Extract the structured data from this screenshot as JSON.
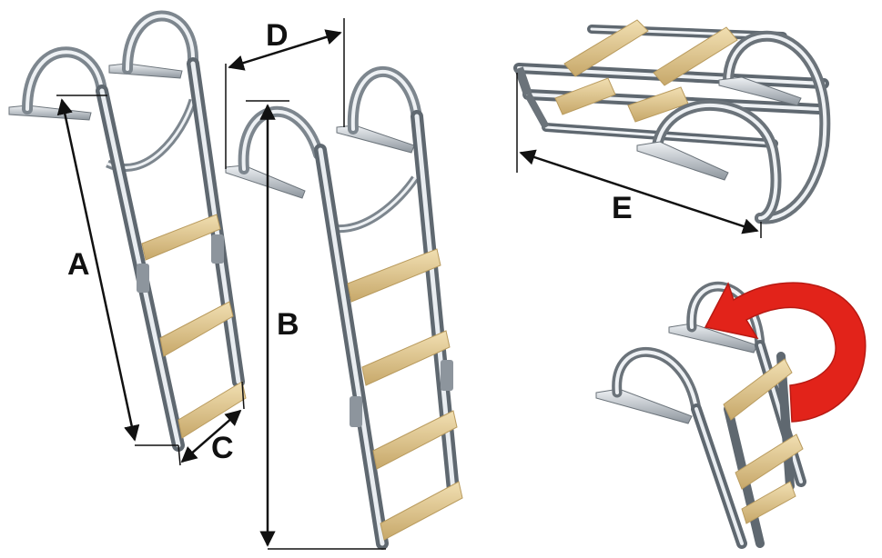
{
  "labels": {
    "a": "A",
    "b": "B",
    "c": "C",
    "d": "D",
    "e": "E"
  },
  "colors": {
    "steel_light": "#e9edf1",
    "steel_mid": "#aab2bb",
    "steel_dark": "#5f6870",
    "wood": "#e6cf9b",
    "wood_dark": "#b99b5e",
    "arrow_red": "#e2231a",
    "dimension_line": "#111111"
  }
}
